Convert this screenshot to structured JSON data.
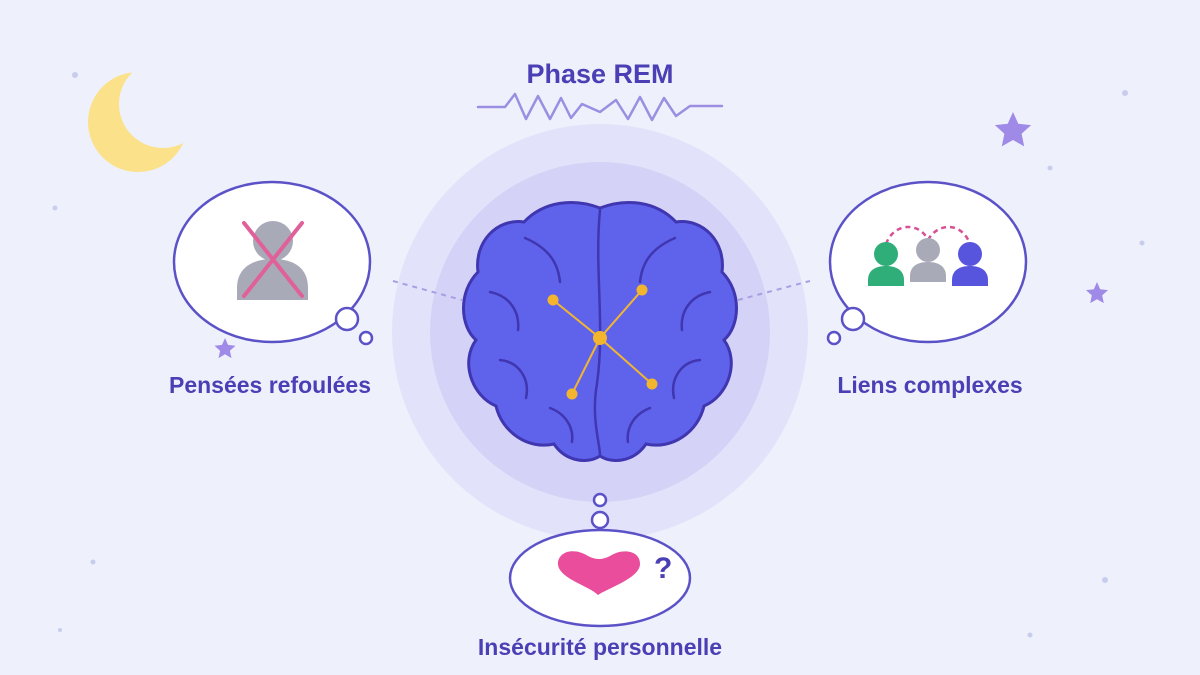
{
  "diagram": {
    "title": "Phase REM",
    "left_bubble": {
      "label": "Pensées refoulées"
    },
    "right_bubble": {
      "label": "Liens complexes"
    },
    "bottom_bubble": {
      "label": "Insécurité personnelle",
      "mark": "?"
    }
  },
  "icons": {
    "moon": "crescent-moon-icon",
    "stars": "star-icon",
    "brain": "brain-icon",
    "crossed_person": "crossed-out-person-icon",
    "people_group": "people-group-icon",
    "heart": "heart-icon",
    "wave": "brain-wave-icon"
  },
  "colors": {
    "background": "#eef1fc",
    "label": "#4b3fb5",
    "brain_fill": "#5f63ec",
    "brain_outline": "#3f36b0",
    "node": "#f4b52e",
    "moon": "#fbe18a",
    "star": "#9f8ae8",
    "bubble_outline": "#5c52c8",
    "person_gray": "#a9aab8",
    "cross": "#e0619a",
    "person_green": "#2fae7a",
    "person_blue": "#5755dd",
    "heart": "#ea4d9c",
    "wave": "#9b8fe2"
  }
}
